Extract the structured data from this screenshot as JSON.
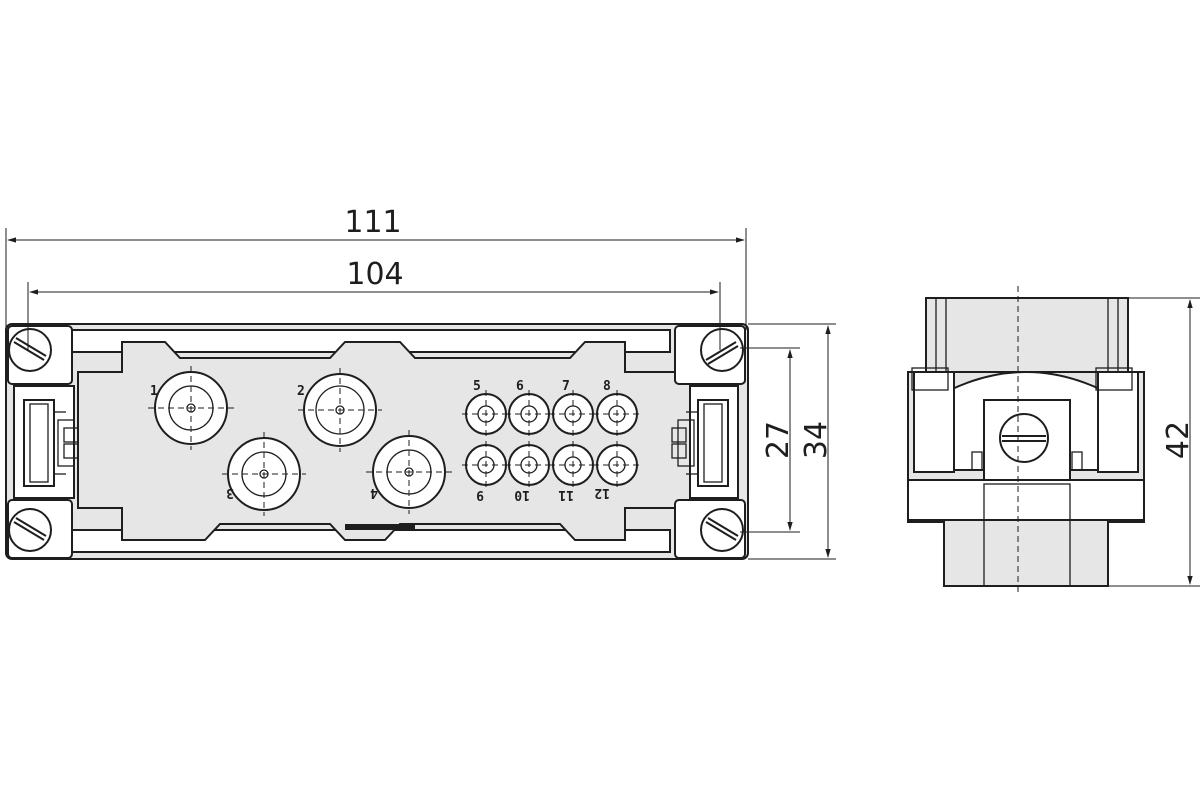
{
  "dimensions": {
    "overall_length": "111",
    "hole_spacing": "104",
    "height_inner": "27",
    "height_outer": "34",
    "side_height": "42"
  },
  "contacts": {
    "power": [
      "1",
      "2",
      "3",
      "4"
    ],
    "signal_top": [
      "5",
      "6",
      "7",
      "8"
    ],
    "signal_bottom": [
      "9",
      "10",
      "11",
      "12"
    ]
  },
  "colors": {
    "line": "#1e1e1e",
    "fill": "#e6e6e6",
    "background": "#ffffff"
  }
}
